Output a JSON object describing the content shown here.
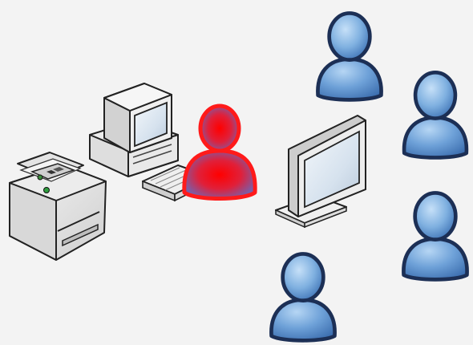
{
  "diagram": {
    "nodes": [
      {
        "id": "printer",
        "icon": "printer-icon"
      },
      {
        "id": "desktop-computer",
        "icon": "desktop-computer-icon"
      },
      {
        "id": "keyboard",
        "icon": "keyboard-icon"
      },
      {
        "id": "highlighted-user",
        "icon": "user-icon",
        "state": "highlighted"
      },
      {
        "id": "flat-panel-monitor",
        "icon": "monitor-icon"
      },
      {
        "id": "user-top",
        "icon": "user-icon"
      },
      {
        "id": "user-right-upper",
        "icon": "user-icon"
      },
      {
        "id": "user-right-lower",
        "icon": "user-icon"
      },
      {
        "id": "user-bottom",
        "icon": "user-icon"
      }
    ],
    "colors": {
      "background": "#f3f3f3",
      "user_blue": "#4f86c6",
      "user_blue_light": "#9cc3ea",
      "user_outline": "#1c2f55",
      "highlight_red": "#ff1010",
      "device_light": "#e8e8e8",
      "device_shade": "#c9c9c9",
      "device_outline": "#222222",
      "screen": "#dfe9f3"
    }
  }
}
